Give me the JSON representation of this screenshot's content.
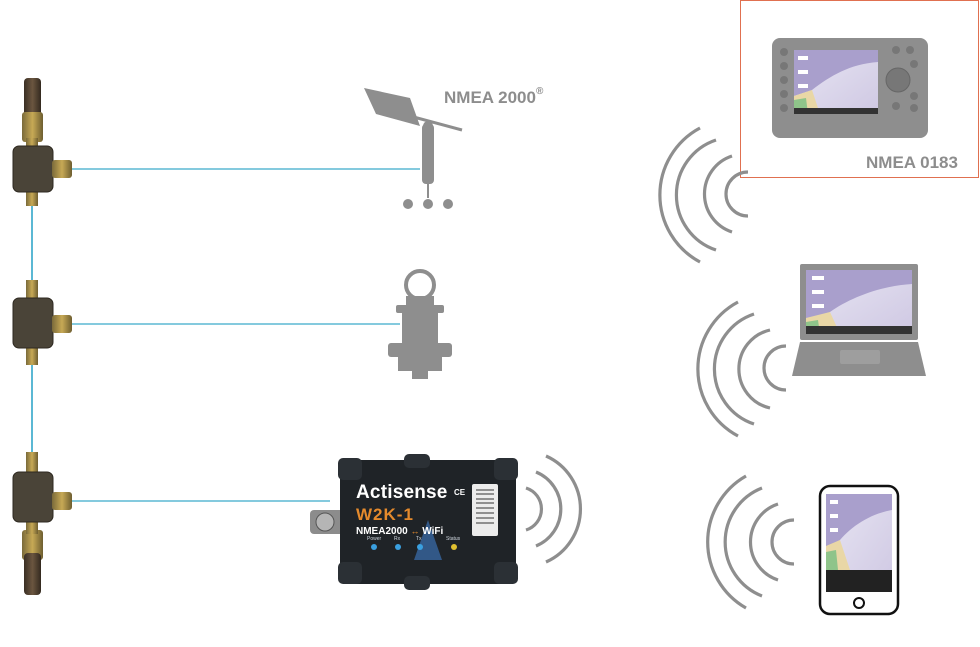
{
  "labels": {
    "nmea2000": "NMEA 2000",
    "registered": "®",
    "nmea0183": "NMEA 0183"
  },
  "device": {
    "brand": "Actisense",
    "model": "W2K-1",
    "subtitle_left": "NMEA2000",
    "subtitle_right": "WiFi",
    "led_power": "Power",
    "led_rx": "Rx",
    "led_tx": "Tx",
    "led_status": "Status",
    "ce_mark": "CE"
  },
  "colors": {
    "cable": "#5bb8d4",
    "device_body": "#1f2327",
    "accent_orange": "#e58a2c",
    "connector": "#4a4438",
    "gray_icon": "#8e8e8e",
    "highlight_border": "#e07050"
  },
  "icons": [
    "tee-connector",
    "wind-sensor-icon",
    "depth-transducer-icon",
    "wifi-gateway",
    "wifi-waves-icon",
    "chartplotter-icon",
    "laptop-icon",
    "tablet-icon"
  ]
}
